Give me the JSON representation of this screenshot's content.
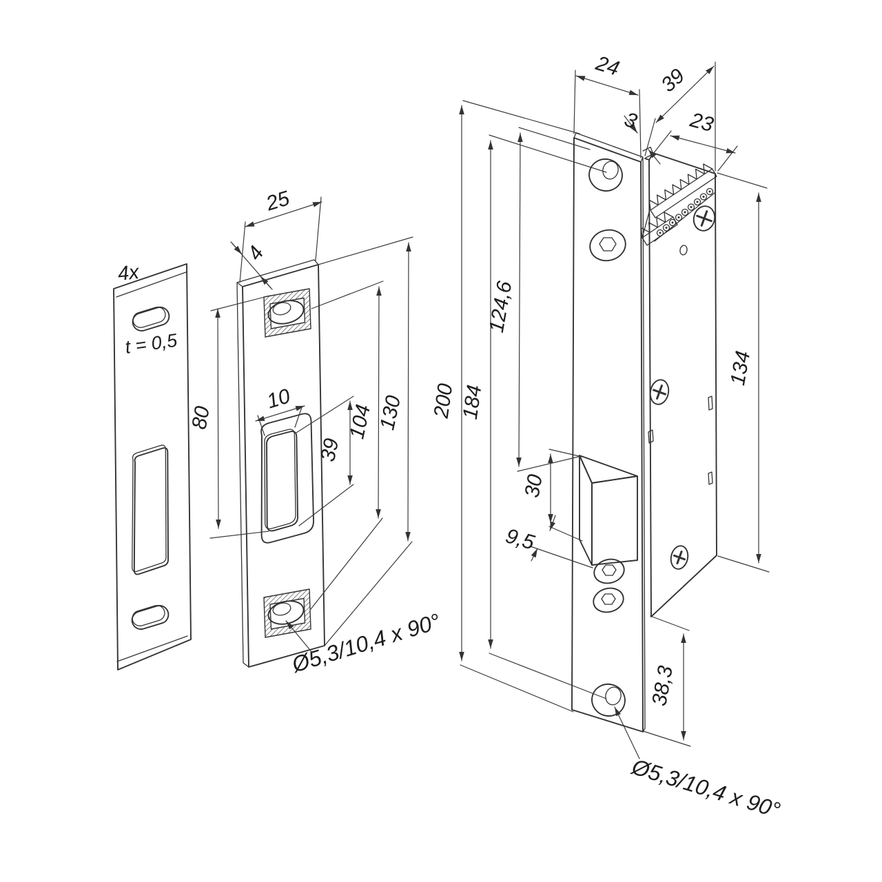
{
  "drawing": {
    "shim_plate": {
      "quantity": "4x",
      "thickness_note": "t = 0,5"
    },
    "strike_plate": {
      "width": "25",
      "thickness": "4",
      "edge_to_opening": "80",
      "opening_width": "10",
      "opening_height": "39",
      "hole_spacing": "104",
      "length": "130",
      "countersink_note": "Ø5,3/10,4 x 90°"
    },
    "electric_strike": {
      "faceplate_width": "24",
      "body_depth": "39",
      "faceplate_thickness": "3",
      "body_width": "23",
      "faceplate_length": "200",
      "hole_spacing": "184",
      "top_to_keeper": "124,6",
      "body_length": "134",
      "keeper_height": "30",
      "keeper_offset": "9,5",
      "bottom_distance": "38,3",
      "countersink_note": "Ø5,3/10,4 x 90°"
    }
  },
  "colors": {
    "line": "#333333",
    "text": "#1d1d1d",
    "background": "#ffffff"
  }
}
